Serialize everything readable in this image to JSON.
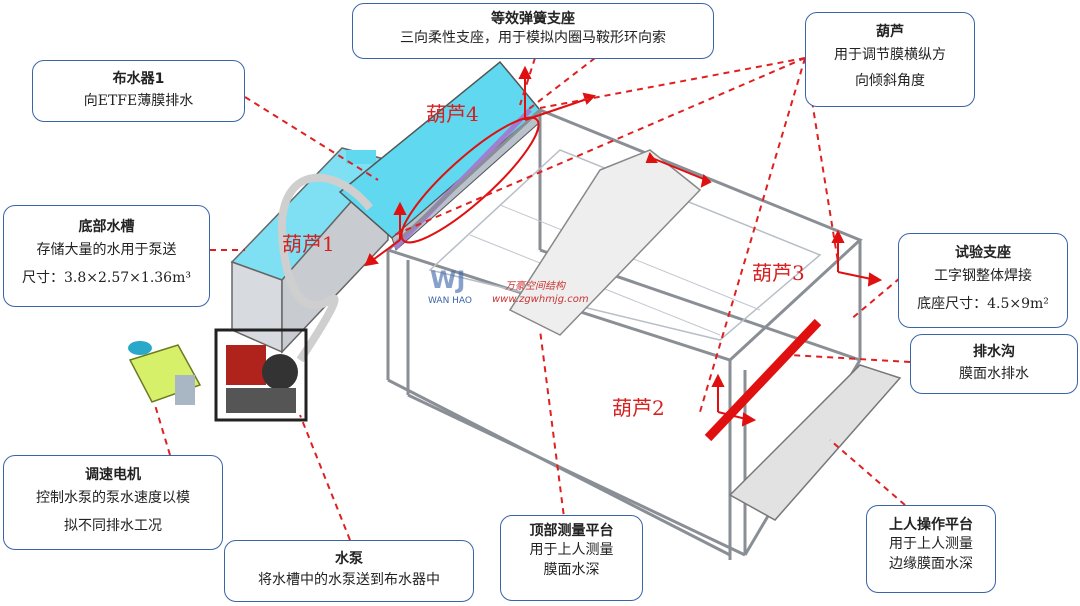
{
  "callouts": {
    "spring": {
      "title": "等效弹簧支座",
      "desc": "三向柔性支座，用于模拟内圈马鞍形环向索"
    },
    "gourd": {
      "title": "葫芦",
      "desc1": "用于调节膜横纵方",
      "desc2": "向倾斜角度"
    },
    "distributor": {
      "title": "布水器1",
      "desc": "向ETFE薄膜排水"
    },
    "tank": {
      "title": "底部水槽",
      "desc1": "存储大量的水用于泵送",
      "desc2": "尺寸：3.8×2.57×1.36m³"
    },
    "support": {
      "title": "试验支座",
      "desc1": "工字钢整体焊接",
      "desc2": "底座尺寸：4.5×9m²"
    },
    "drain": {
      "title": "排水沟",
      "desc": "膜面水排水"
    },
    "motor": {
      "title": "调速电机",
      "desc1": "控制水泵的泵水速度以模",
      "desc2": "拟不同排水工况"
    },
    "pump": {
      "title": "水泵",
      "desc": "将水槽中的水泵送到布水器中"
    },
    "top_platform": {
      "title": "顶部测量平台",
      "desc1": "用于上人测量",
      "desc2": "膜面水深"
    },
    "side_platform": {
      "title": "上人操作平台",
      "desc1": "用于上人测量",
      "desc2": "边缘膜面水深"
    }
  },
  "gourd_labels": {
    "g1": "葫芦1",
    "g2": "葫芦2",
    "g3": "葫芦3",
    "g4": "葫芦4"
  },
  "watermark": {
    "brand": "WAN HAO",
    "name": "万豪空间结构",
    "url": "www.zgwhmjg.com"
  },
  "colors": {
    "box_border": "#3a64a8",
    "leader": "#e02020",
    "water": "#5fd8f0",
    "frame": "#8a8f96"
  }
}
